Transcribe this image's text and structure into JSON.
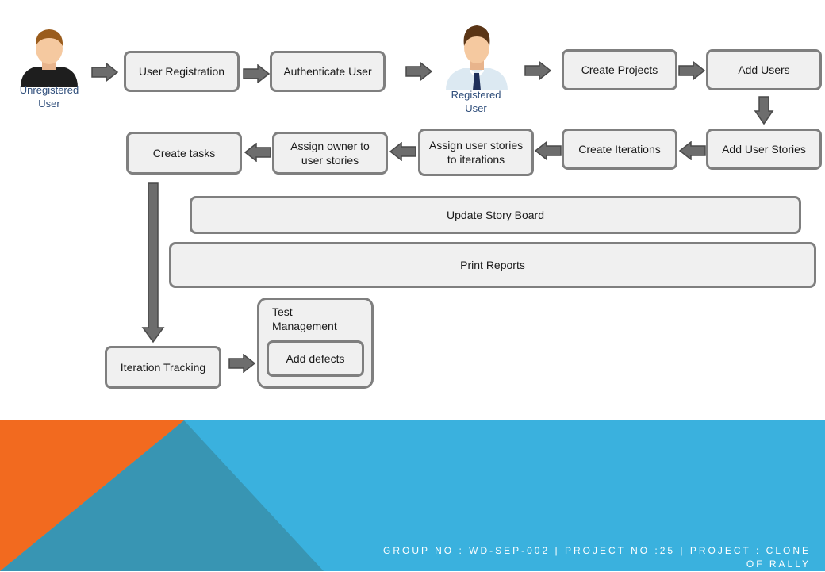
{
  "actors": {
    "unregistered": "Unregistered User",
    "registered": "Registered User"
  },
  "steps": {
    "user_registration": "User Registration",
    "authenticate_user": "Authenticate User",
    "create_projects": "Create Projects",
    "add_users": "Add Users",
    "add_user_stories": "Add User Stories",
    "create_iterations": "Create Iterations",
    "assign_stories_to_iterations": "Assign user stories to iterations",
    "assign_owner": "Assign owner to user stories",
    "create_tasks": "Create tasks",
    "update_story_board": "Update Story Board",
    "print_reports": "Print Reports",
    "iteration_tracking": "Iteration Tracking",
    "test_management": "Test Management",
    "add_defects": "Add defects"
  },
  "footer": {
    "text": "GROUP NO : WD-SEP-002   |   PROJECT NO :25   |   PROJECT : CLONE OF RALLY"
  },
  "colors": {
    "box_fill": "#f0f0f0",
    "box_border": "#7f7f7f",
    "arrow_fill": "#6d6d6d",
    "footer_blue": "#3ab1de",
    "footer_orange": "#f26a1f",
    "footer_teal": "#3895b3"
  },
  "icons": {
    "unregistered": "user-silhouette-icon",
    "registered": "businessman-icon"
  }
}
